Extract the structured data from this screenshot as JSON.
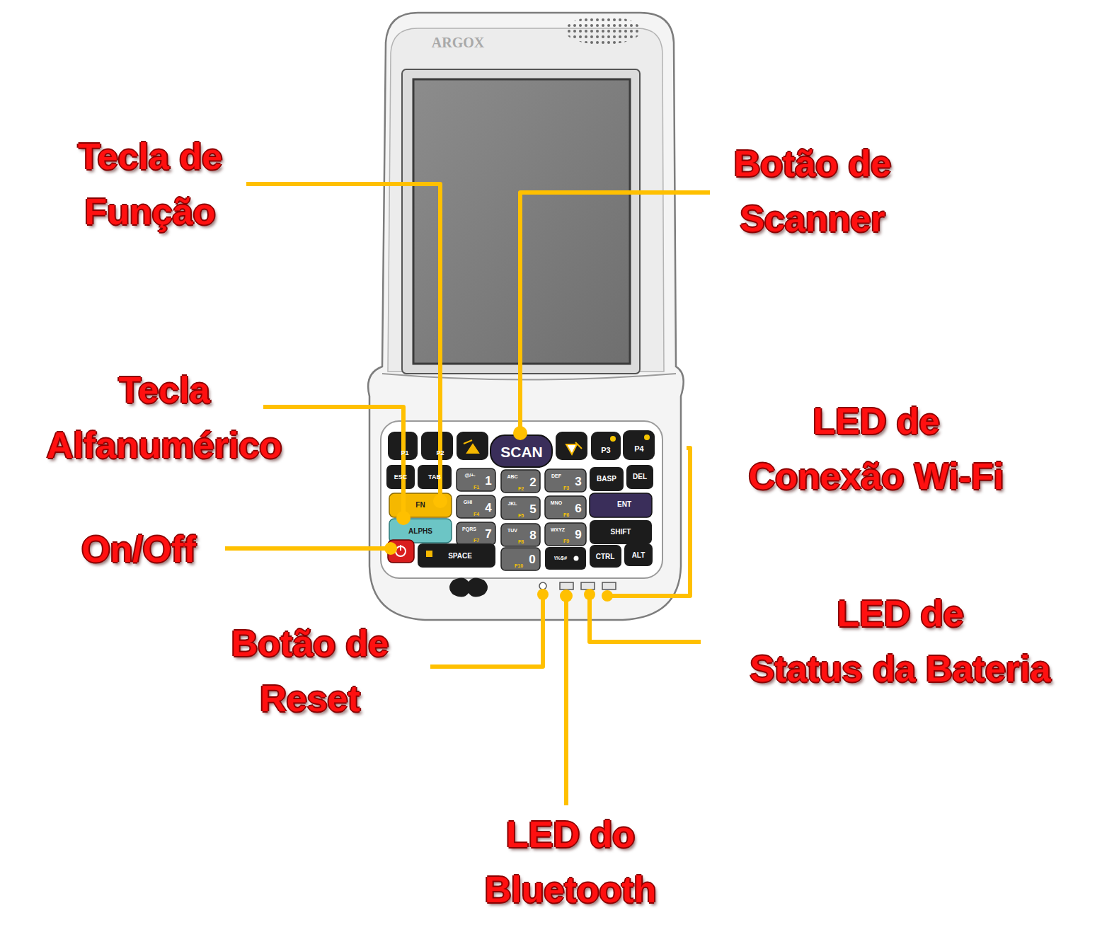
{
  "diagram": {
    "labels": [
      "Tecla de Função",
      "Botão de Scanner",
      "Tecla Alfanumérico",
      "LED de Conexão Wi-Fi",
      "On/Off",
      "Botão de Reset",
      "LED de Status da Bateria",
      "LED do Bluetooth",
      "ARGOX",
      "P1",
      "P2",
      "SCAN",
      "P3",
      "P4",
      "ESC",
      "TAB",
      "1",
      "2",
      "3",
      "BASP",
      "DEL",
      "FN",
      "4",
      "5",
      "6",
      "ENT",
      "ALPHS",
      "7",
      "8",
      "9",
      "SHIFT",
      "SPACE",
      "0",
      "CTRL",
      "ALT",
      "@/+-",
      "ABC",
      "DEF",
      "GHI",
      "JKL",
      "MNO",
      "PQRS",
      "TUV",
      "WXYZ",
      "F1",
      "F2",
      "F3",
      "F4",
      "F5",
      "F6",
      "F7",
      "F8",
      "F9",
      "F10",
      "\\%$#"
    ]
  }
}
